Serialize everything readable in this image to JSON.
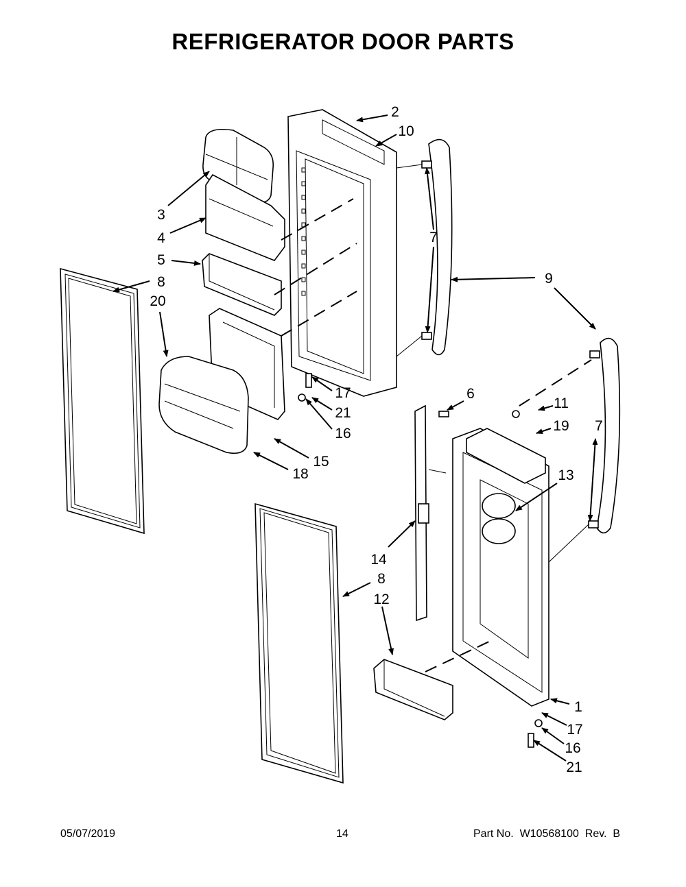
{
  "title": "REFRIGERATOR DOOR PARTS",
  "callouts": [
    "2",
    "10",
    "3",
    "4",
    "5",
    "8",
    "20",
    "7",
    "9",
    "17",
    "21",
    "16",
    "6",
    "11",
    "19",
    "7",
    "13",
    "15",
    "18",
    "14",
    "8",
    "12",
    "1",
    "17",
    "16",
    "21"
  ],
  "footer": {
    "date": "05/07/2019",
    "page": "14",
    "part_no": "Part No.  W10568100  Rev.  B"
  }
}
